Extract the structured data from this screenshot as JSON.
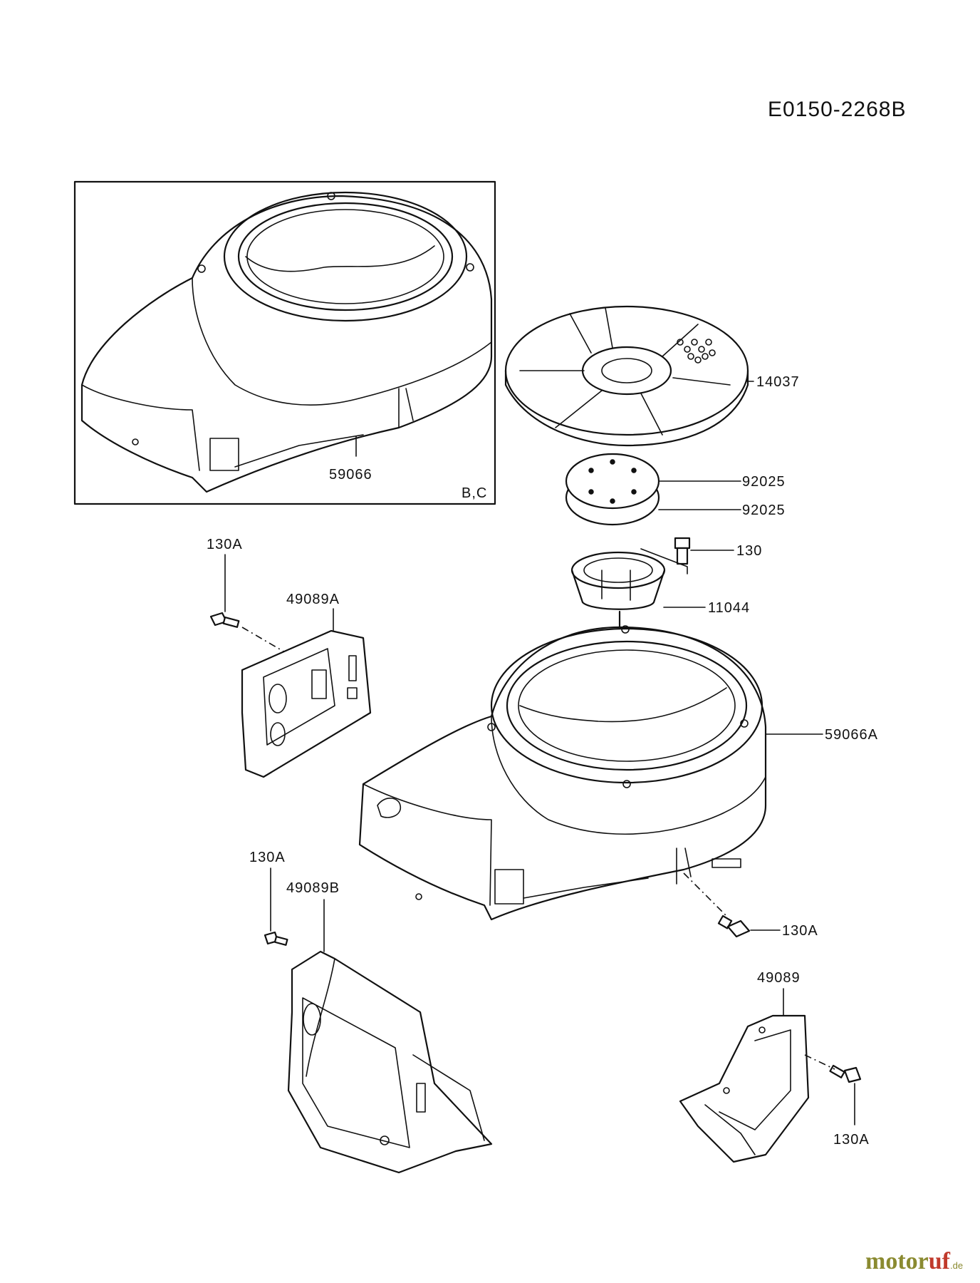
{
  "drawing_code": "E0150-2268B",
  "variant_note": "B,C",
  "parts": [
    {
      "id": "part-59066",
      "number": "59066"
    },
    {
      "id": "part-14037",
      "number": "14037"
    },
    {
      "id": "part-92025-a",
      "number": "92025"
    },
    {
      "id": "part-92025-b",
      "number": "92025"
    },
    {
      "id": "part-130",
      "number": "130"
    },
    {
      "id": "part-11044",
      "number": "11044"
    },
    {
      "id": "part-130a-top",
      "number": "130A"
    },
    {
      "id": "part-49089a",
      "number": "49089A"
    },
    {
      "id": "part-59066a",
      "number": "59066A"
    },
    {
      "id": "part-130a-mid",
      "number": "130A"
    },
    {
      "id": "part-49089b",
      "number": "49089B"
    },
    {
      "id": "part-130a-right",
      "number": "130A"
    },
    {
      "id": "part-49089",
      "number": "49089"
    },
    {
      "id": "part-130a-bottom",
      "number": "130A"
    }
  ],
  "watermark": {
    "part1": "motor",
    "part2": "uf",
    "suffix": ".de"
  }
}
